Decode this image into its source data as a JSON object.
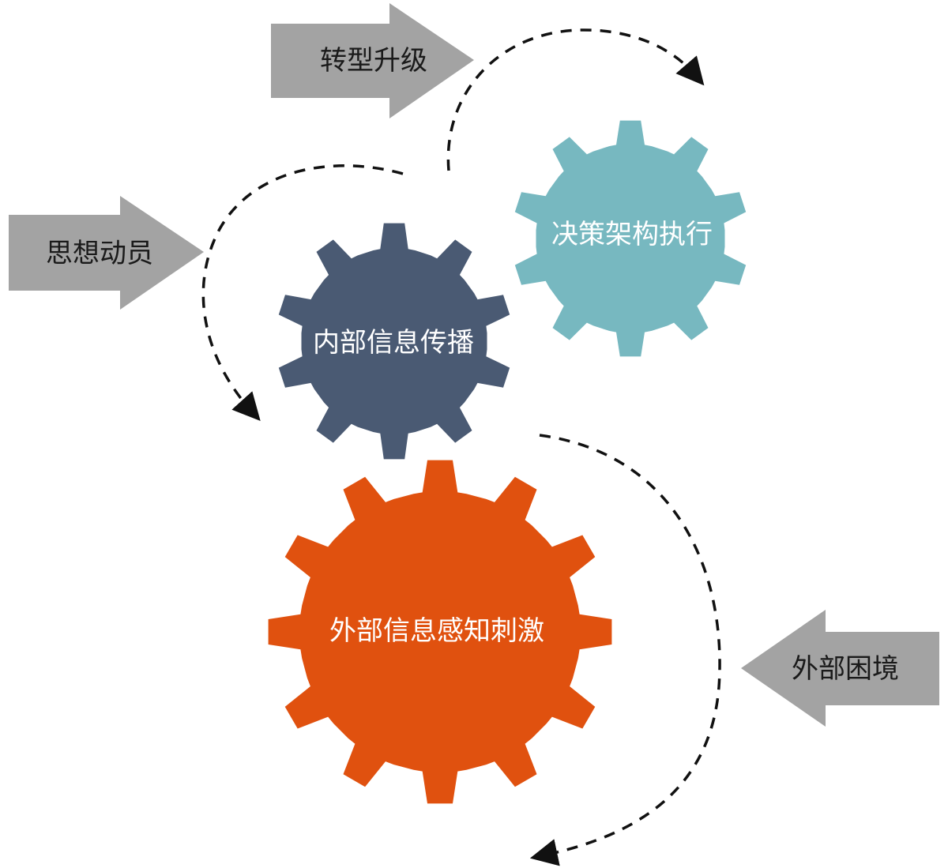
{
  "gears": [
    {
      "id": "external-info",
      "label": "外部信息感知刺激",
      "color": "#e0510f"
    },
    {
      "id": "internal-info",
      "label": "内部信息传播",
      "color": "#4a5a73"
    },
    {
      "id": "decision",
      "label": "决策架构执行",
      "color": "#77b8c0"
    }
  ],
  "arrows": [
    {
      "id": "transform",
      "label": "转型升级",
      "direction": "right"
    },
    {
      "id": "mobilize",
      "label": "思想动员",
      "direction": "right"
    },
    {
      "id": "external-dilemma",
      "label": "外部困境",
      "direction": "left"
    }
  ],
  "colors": {
    "arrow_fill": "#a3a3a3",
    "connector_stroke": "#111111"
  }
}
